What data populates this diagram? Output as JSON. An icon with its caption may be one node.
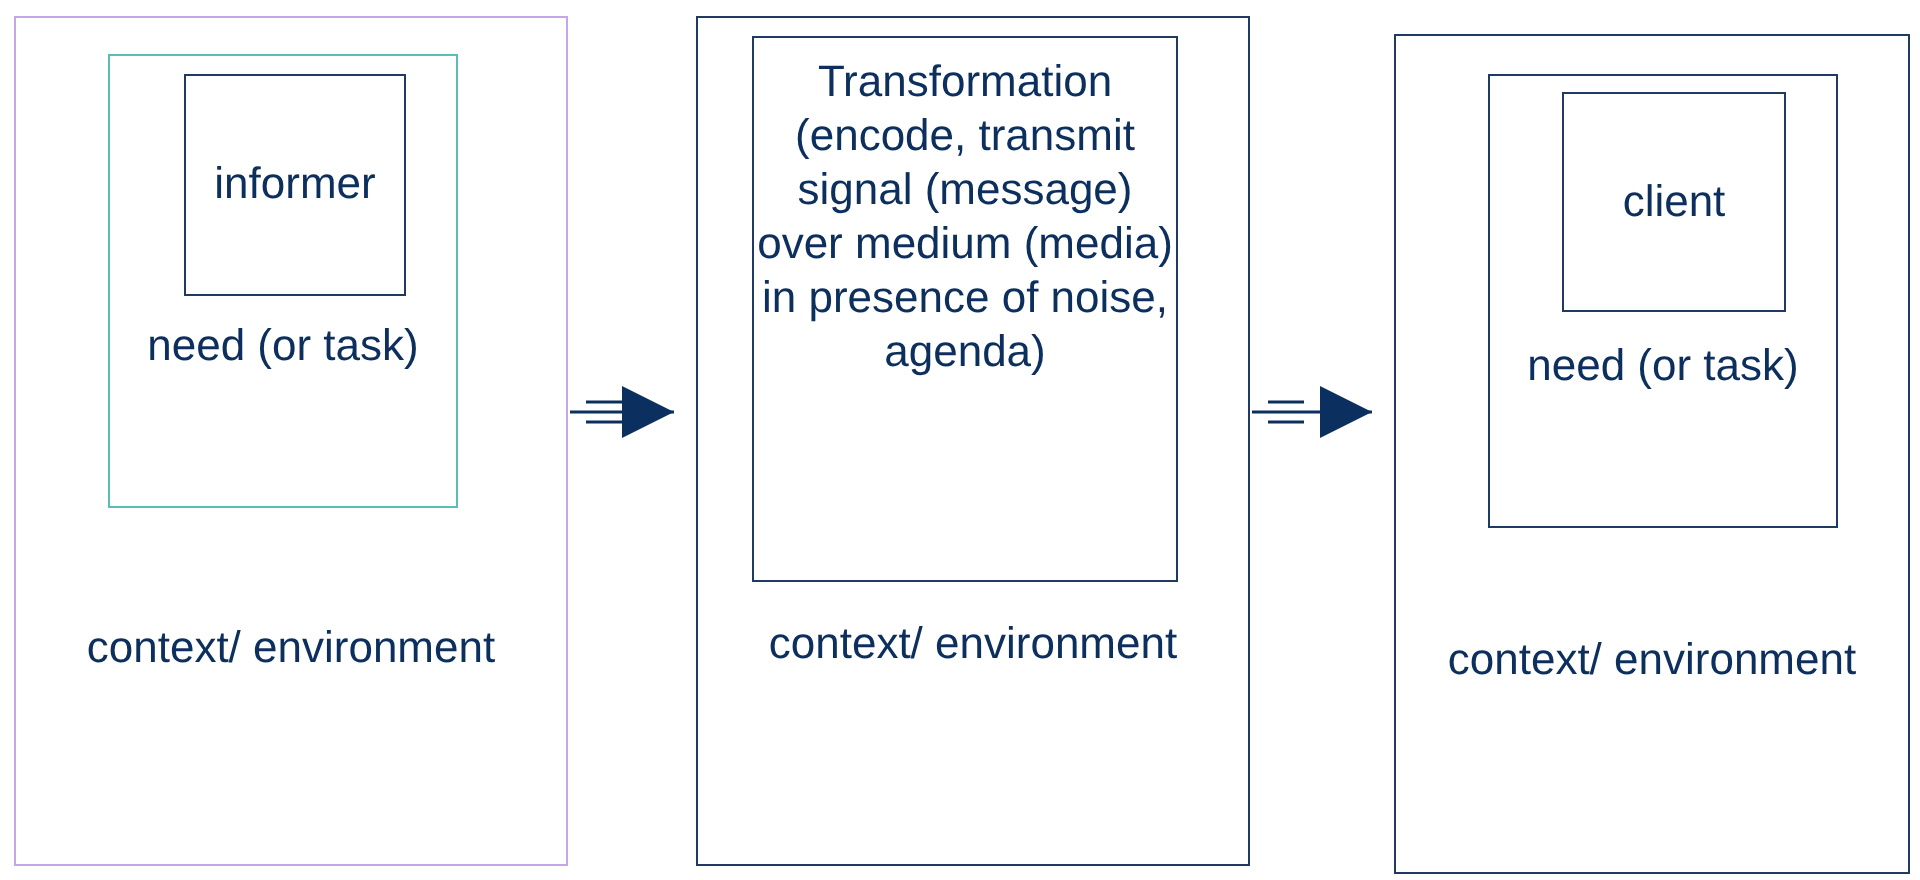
{
  "diagram": {
    "nodes": [
      {
        "text": [
          "context/ environment"
        ]
      },
      {
        "text": [
          "need (or task)"
        ],
        "in": 0
      },
      {
        "text": [
          "informer"
        ],
        "in": 1
      },
      {
        "text": [
          "context/ environment"
        ]
      },
      {
        "text": [
          "Transformation (encode, transmit signal (message) over medium (media) in presence of noise, agenda)"
        ],
        "in": 3
      },
      {
        "text": [
          "context/ environment"
        ]
      },
      {
        "text": [
          "need (or task)"
        ],
        "in": 5
      },
      {
        "text": [
          "client"
        ],
        "in": 6
      }
    ],
    "edges": [
      {
        "from": 0,
        "to": 3,
        "arrow": "to"
      },
      {
        "from": 3,
        "to": 5,
        "arrow": "to"
      }
    ]
  }
}
